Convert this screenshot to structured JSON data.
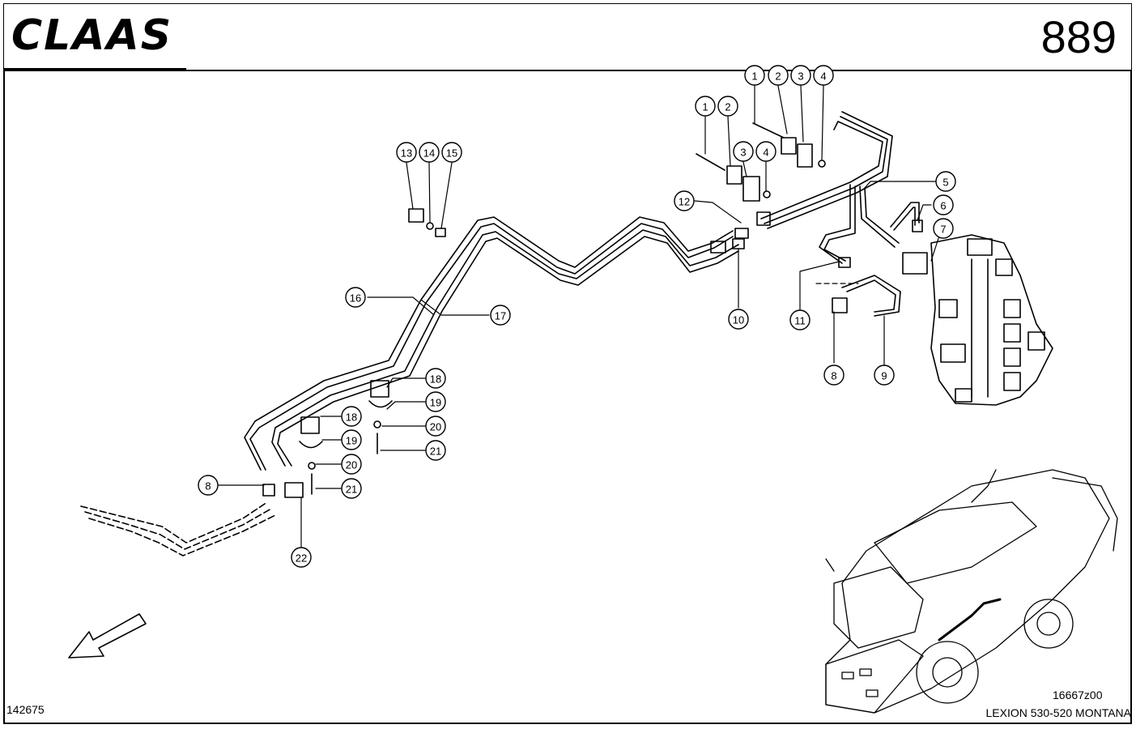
{
  "header": {
    "brand_logo": "CLAAS",
    "page_number": "889"
  },
  "footer": {
    "doc_number": "142675",
    "drawing_ref": "16667z00",
    "model": "LEXION 530-520 MONTANA"
  },
  "diagram": {
    "direction_arrow": "arrow-down-left-icon",
    "inset": "combine-harvester-overview",
    "callouts": [
      {
        "label": "1"
      },
      {
        "label": "2"
      },
      {
        "label": "3"
      },
      {
        "label": "4"
      },
      {
        "label": "1"
      },
      {
        "label": "2"
      },
      {
        "label": "3"
      },
      {
        "label": "4"
      },
      {
        "label": "5"
      },
      {
        "label": "6"
      },
      {
        "label": "7"
      },
      {
        "label": "8"
      },
      {
        "label": "9"
      },
      {
        "label": "10"
      },
      {
        "label": "11"
      },
      {
        "label": "12"
      },
      {
        "label": "13"
      },
      {
        "label": "14"
      },
      {
        "label": "15"
      },
      {
        "label": "16"
      },
      {
        "label": "17"
      },
      {
        "label": "18"
      },
      {
        "label": "19"
      },
      {
        "label": "20"
      },
      {
        "label": "21"
      },
      {
        "label": "18"
      },
      {
        "label": "19"
      },
      {
        "label": "20"
      },
      {
        "label": "21"
      },
      {
        "label": "8"
      },
      {
        "label": "22"
      }
    ]
  }
}
